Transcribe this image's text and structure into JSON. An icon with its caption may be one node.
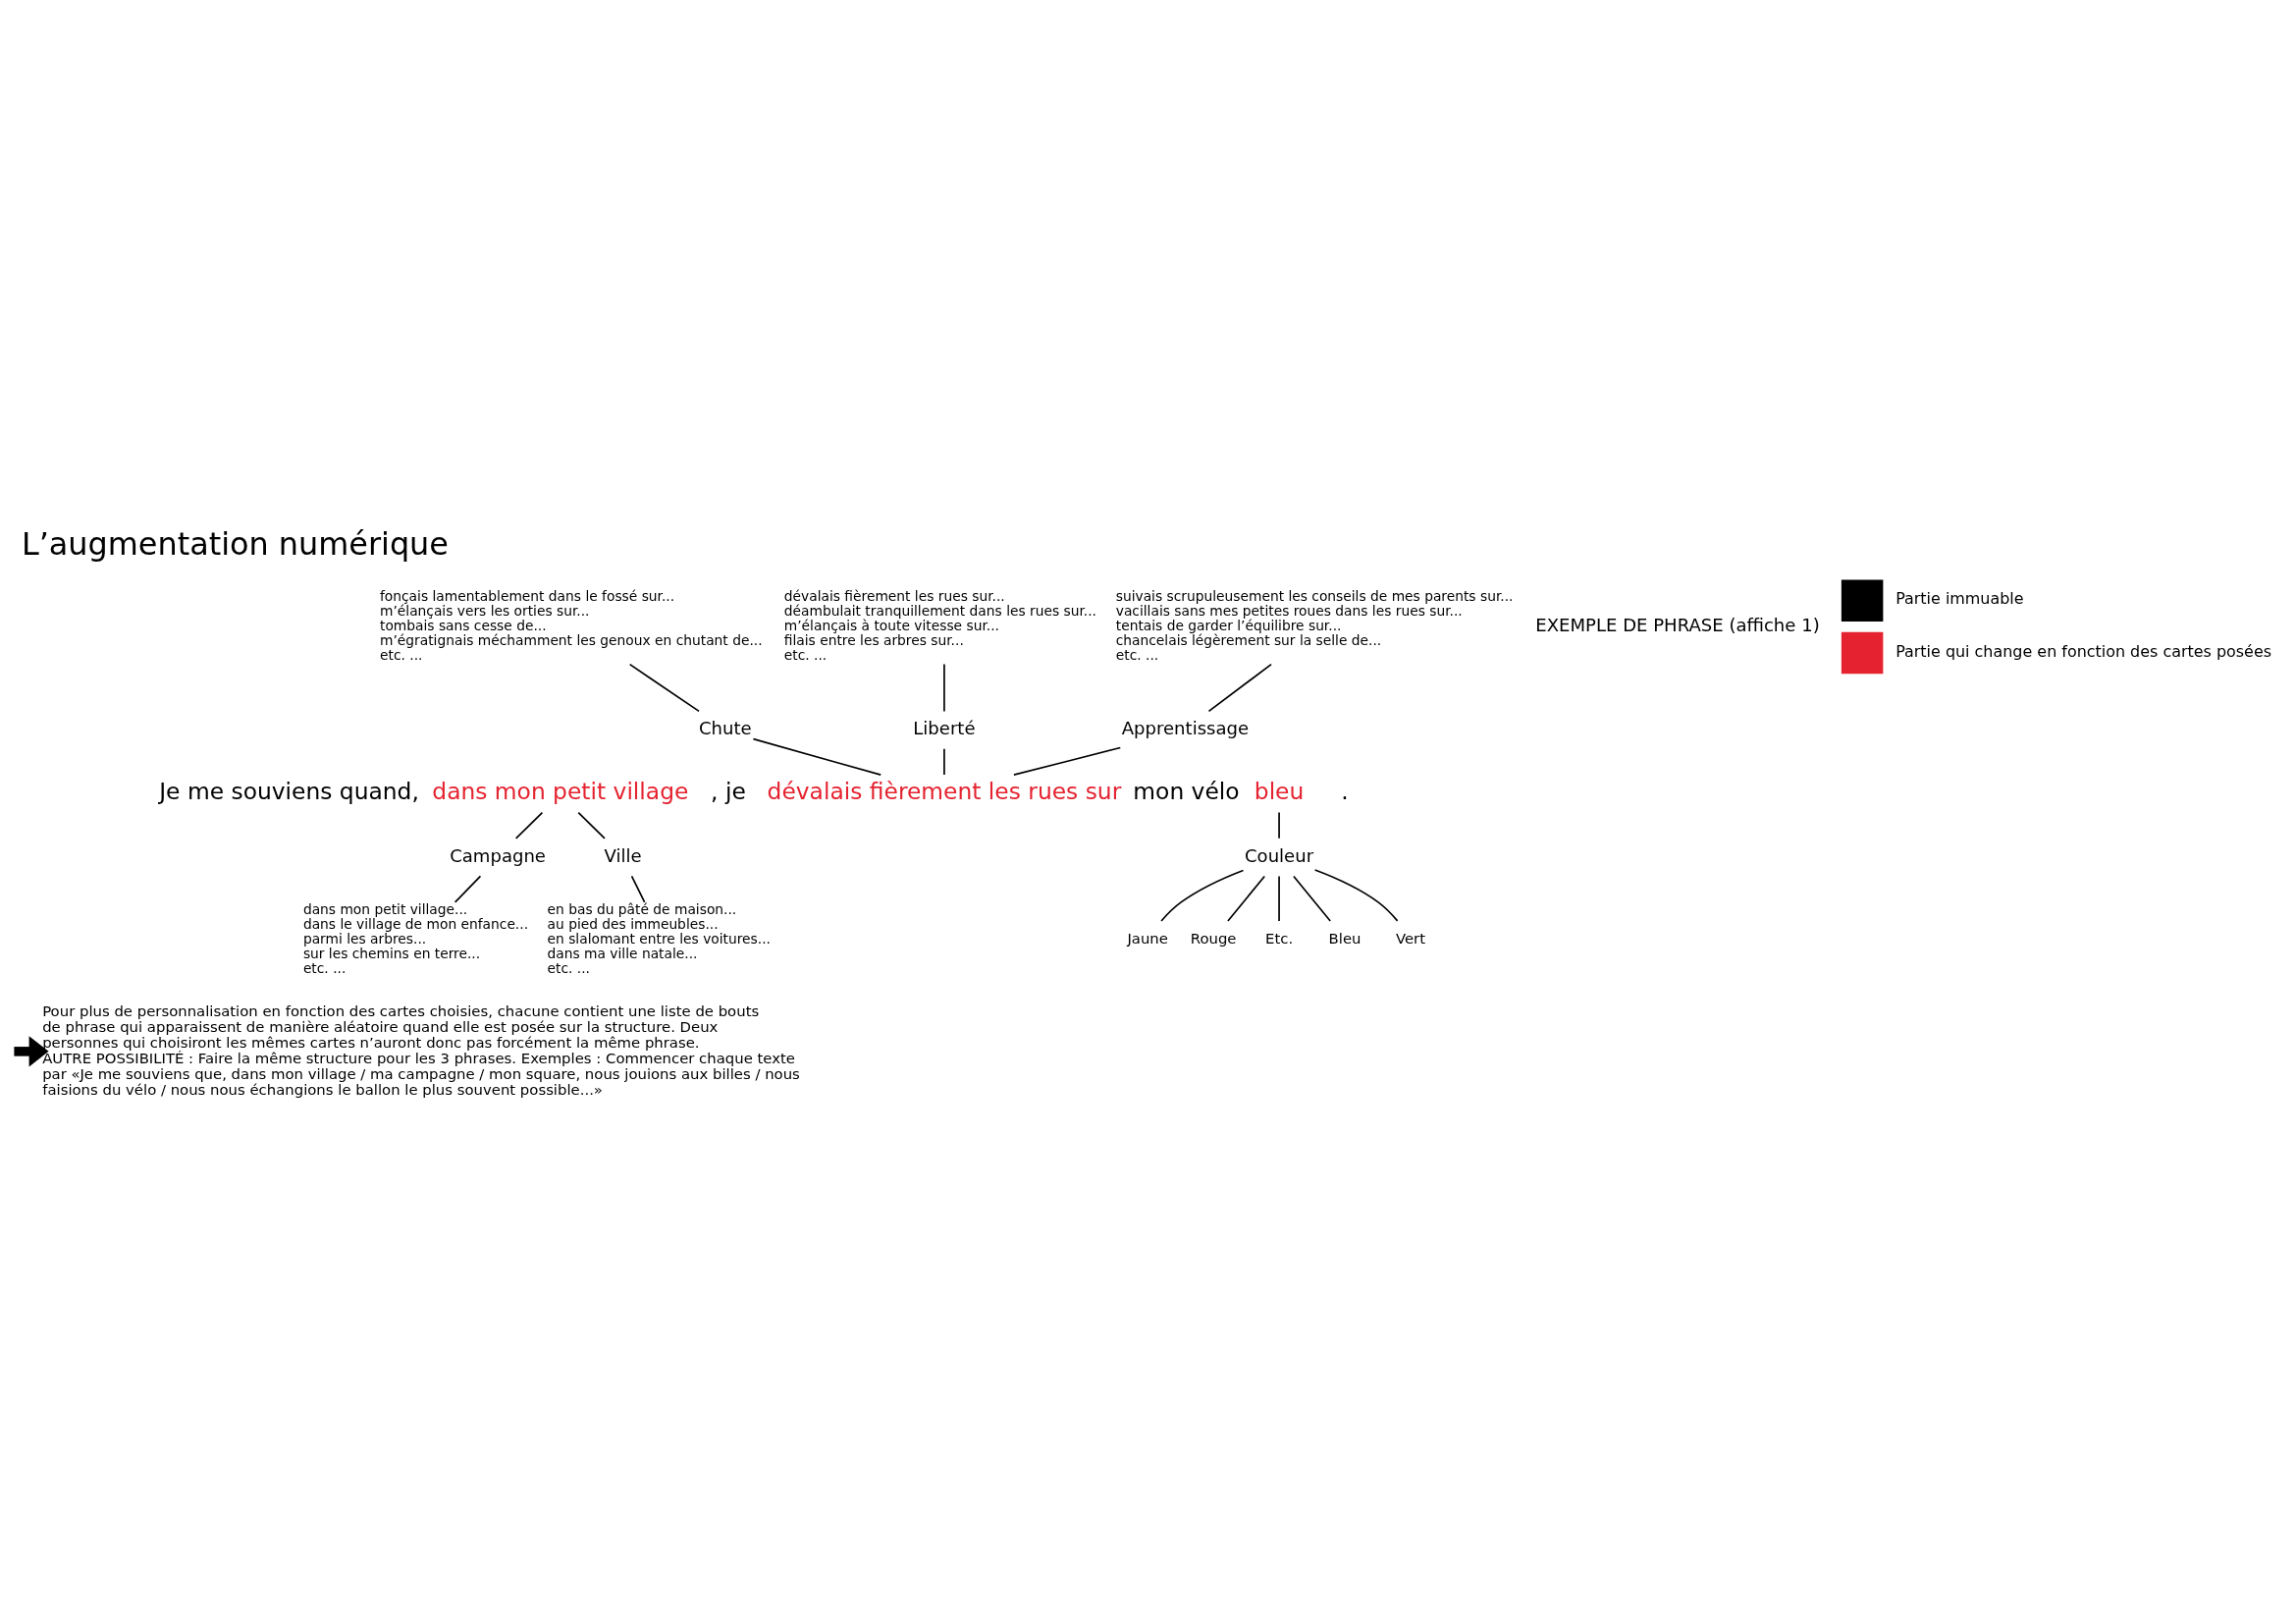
{
  "diagram": {
    "title": "L’augmentation numérique",
    "nodes": [
      {
        "text": [
          "fonçais lamentablement dans le fossé sur...",
          "m’élançais vers les orties sur...",
          "tombais sans cesse de...",
          "m’égratignais méchamment les genoux en chutant de...",
          "etc. ..."
        ]
      },
      {
        "text": [
          "dévalais fièrement les rues sur...",
          "déambulait tranquillement dans les rues sur...",
          "m’élançais à toute vitesse sur...",
          "filais entre les arbres sur...",
          "etc. ..."
        ]
      },
      {
        "text": [
          "suivais scrupuleusement les conseils de mes parents sur...",
          "vacillais sans mes petites roues dans les rues sur...",
          "tentais de garder l’équilibre sur...",
          "chancelais légèrement sur la selle de...",
          "etc. ..."
        ]
      },
      {
        "text": [
          "Liberté"
        ]
      },
      {
        "text": [
          "Chute"
        ]
      },
      {
        "text": [
          "Apprentissage"
        ]
      },
      {
        "text": [
          "dans mon petit village"
        ]
      },
      {
        "text": [
          "dévalais fièrement les rues sur"
        ]
      },
      {
        "text": [
          "bleu"
        ]
      },
      {
        "text": [
          "Couleur"
        ]
      },
      {
        "text": [
          "Campagne"
        ]
      },
      {
        "text": [
          "Ville"
        ]
      },
      {
        "text": [
          "Bleu"
        ]
      },
      {
        "text": [
          "Vert"
        ]
      },
      {
        "text": [
          "Jaune"
        ]
      },
      {
        "text": [
          "Rouge"
        ]
      },
      {
        "text": [
          "Etc."
        ]
      },
      {
        "text": [
          "dans mon petit village...",
          "dans le village de mon enfance...",
          "parmi les arbres...",
          "sur les chemins en terre...",
          "etc. ..."
        ]
      },
      {
        "text": [
          "en bas du pâté de maison...",
          "au pied des immeubles...",
          "en slalomant entre les voitures...",
          "dans ma ville natale...",
          "etc. ..."
        ]
      },
      {
        "text": [
          "Pour plus de personnalisation en fonction des cartes choisies, chacune contient une liste de bouts de phrase qui apparaissent de manière aléatoire quand elle est posée sur la structure. Deux personnes qui choisiront les mêmes cartes n’auront donc pas forcément la même phrase.",
          "AUTRE POSSIBILITÉ : Faire la même structure pour les 3 phrases. Exemples : Commencer chaque texte par «Je me souviens que, dans mon village / ma campagne / mon square, nous jouions aux billes / nous faisions du vélo / nous nous échangions le ballon le plus souvent possible...»"
        ]
      }
    ],
    "edges": [
      {
        "from": 1,
        "to": 3,
        "arrow": "none"
      },
      {
        "from": 0,
        "to": 4,
        "arrow": "none"
      },
      {
        "from": 2,
        "to": 5,
        "arrow": "none"
      },
      {
        "from": 3,
        "to": 7,
        "arrow": "none"
      },
      {
        "from": 4,
        "to": 7,
        "arrow": "none"
      },
      {
        "from": 5,
        "to": 7,
        "arrow": "none"
      },
      {
        "from": 6,
        "to": 10,
        "arrow": "none"
      },
      {
        "from": 6,
        "to": 11,
        "arrow": "none"
      },
      {
        "from": 10,
        "to": 17,
        "arrow": "none"
      },
      {
        "from": 11,
        "to": 18,
        "arrow": "none"
      },
      {
        "from": 8,
        "to": 9,
        "arrow": "none"
      },
      {
        "from": 9,
        "to": 12,
        "arrow": "none"
      },
      {
        "from": 9,
        "to": 13,
        "arrow": "none"
      },
      {
        "from": 9,
        "to": 14,
        "arrow": "none"
      },
      {
        "from": 9,
        "to": 15,
        "arrow": "none"
      },
      {
        "from": 9,
        "to": 16,
        "arrow": "none"
      },
      {
        "from": null,
        "to": 19,
        "arrow": "to",
        "style": "thick"
      }
    ],
    "labels": [
      "EXEMPLE DE PHRASE (affiche 1)",
      "Je me souviens quand,",
      ", je",
      "mon vélo",
      "."
    ],
    "legend": [
      {
        "text": "Partie immuable",
        "color": "#000000"
      },
      {
        "text": "Partie qui change en fonction des cartes posées",
        "color": "#e52330"
      }
    ]
  }
}
